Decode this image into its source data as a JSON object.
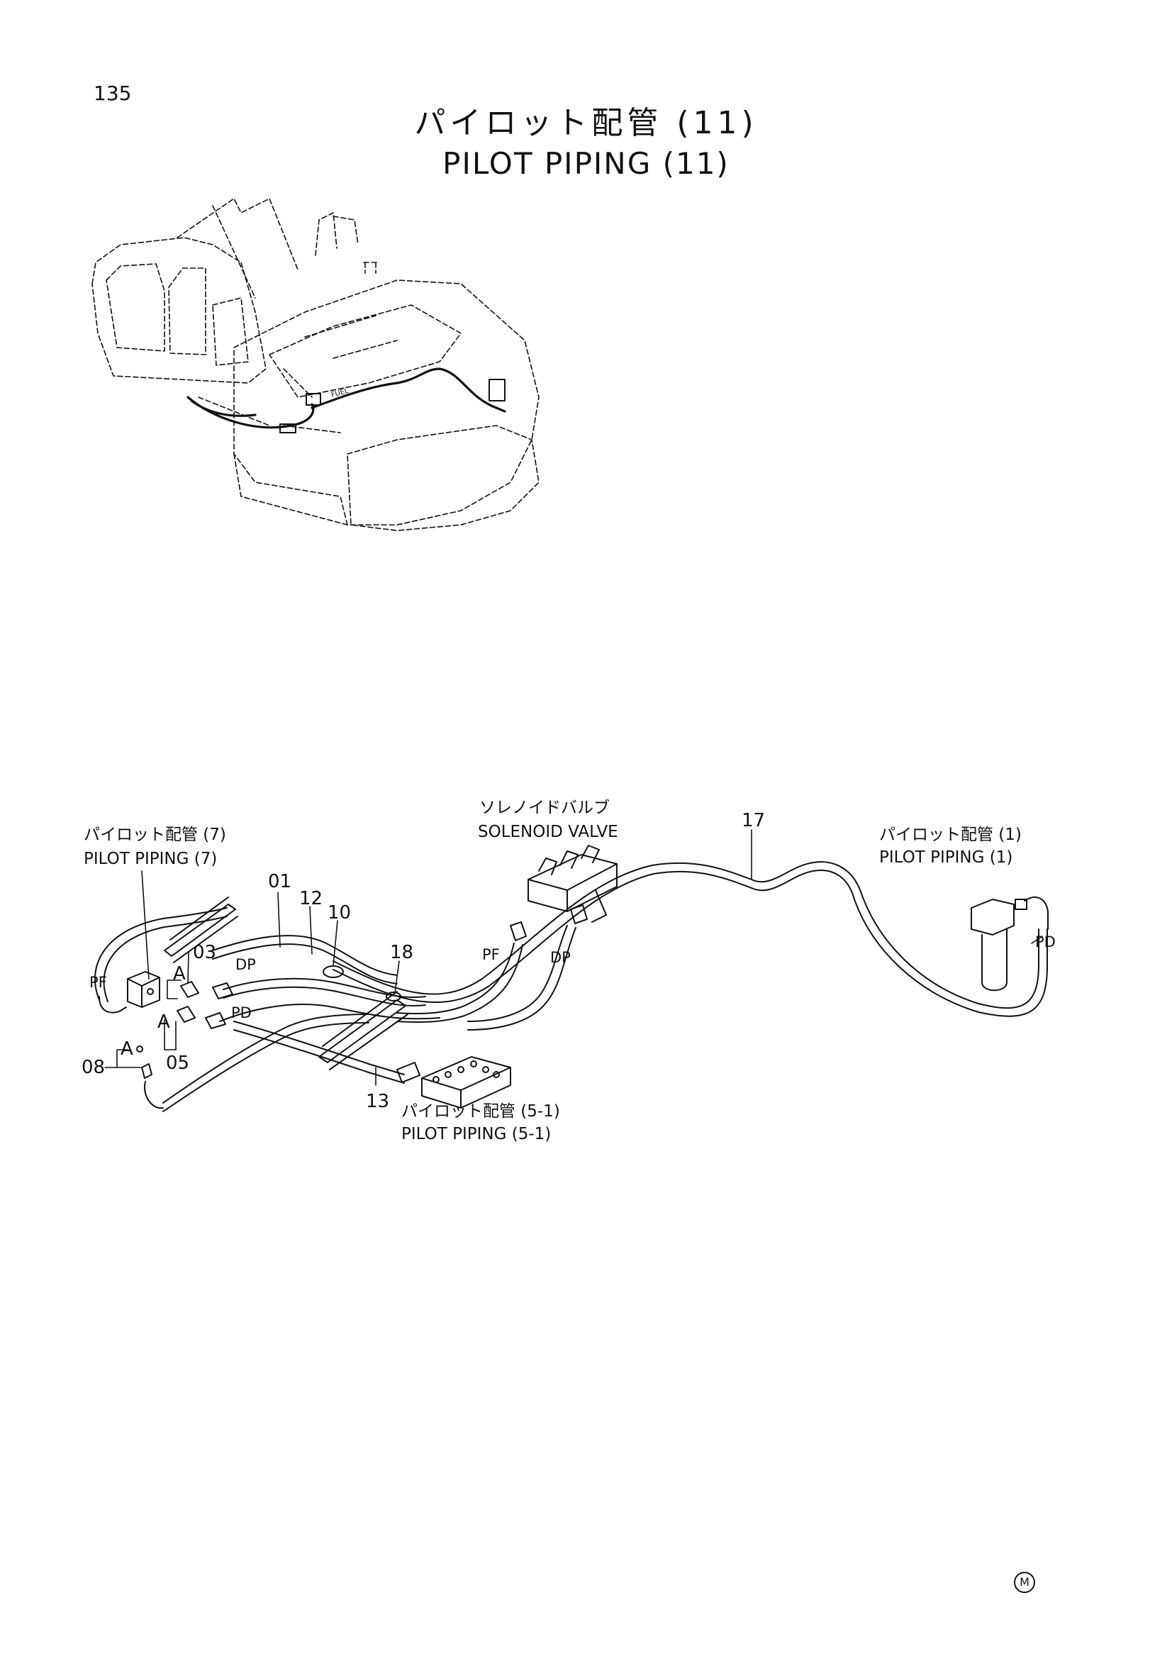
{
  "page_number": "135",
  "title_jp": "パイロット配管 (11)",
  "title_en": "PILOT PIPING (11)",
  "callouts": {
    "pilot_piping_7_jp": "パイロット配管 (7)",
    "pilot_piping_7_en": "PILOT PIPING (7)",
    "solenoid_valve_jp": "ソレノイドバルブ",
    "solenoid_valve_en": "SOLENOID VALVE",
    "pilot_piping_1_jp": "パイロット配管 (1)",
    "pilot_piping_1_en": "PILOT PIPING (1)",
    "pilot_piping_5_1_jp": "パイロット配管 (5-1)",
    "pilot_piping_5_1_en": "PILOT PIPING (5-1)"
  },
  "part_numbers": {
    "p01": "01",
    "p03": "03",
    "p05": "05",
    "p08": "08",
    "p10": "10",
    "p12": "12",
    "p13": "13",
    "p17": "17",
    "p18": "18"
  },
  "port_labels": {
    "pf_left": "PF",
    "dp_left": "DP",
    "pd_left": "PD",
    "pf_solenoid": "PF",
    "dp_solenoid": "DP",
    "pd_right": "PD",
    "detail_a_1": "A",
    "detail_a_2": "A",
    "detail_a_3": "A"
  },
  "machine_decal": "FUEL",
  "footer_mark": "M"
}
